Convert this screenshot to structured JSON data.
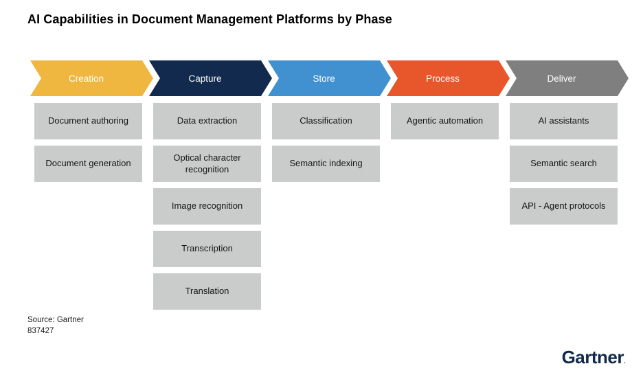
{
  "title": "AI Capabilities in Document Management Platforms by Phase",
  "phases": [
    {
      "label": "Creation",
      "color": "#EFB73F",
      "items": [
        "Document authoring",
        "Document generation"
      ]
    },
    {
      "label": "Capture",
      "color": "#122A4D",
      "items": [
        "Data extraction",
        "Optical character recognition",
        "Image recognition",
        "Transcription",
        "Translation"
      ]
    },
    {
      "label": "Store",
      "color": "#4191D0",
      "items": [
        "Classification",
        "Semantic indexing"
      ]
    },
    {
      "label": "Process",
      "color": "#E8572B",
      "items": [
        "Agentic automation"
      ]
    },
    {
      "label": "Deliver",
      "color": "#7F7F80",
      "items": [
        "AI assistants",
        "Semantic search",
        "API - Agent protocols"
      ]
    }
  ],
  "colors": {
    "box_fill": "#C9CCCB",
    "logo_navy": "#12294B",
    "title_text": "#000000",
    "arrow_label_text": "#ffffff"
  },
  "footer": {
    "source_line1": "Source: Gartner",
    "source_line2": "837427"
  },
  "logo": {
    "text": "Gartner",
    "mark": "."
  }
}
